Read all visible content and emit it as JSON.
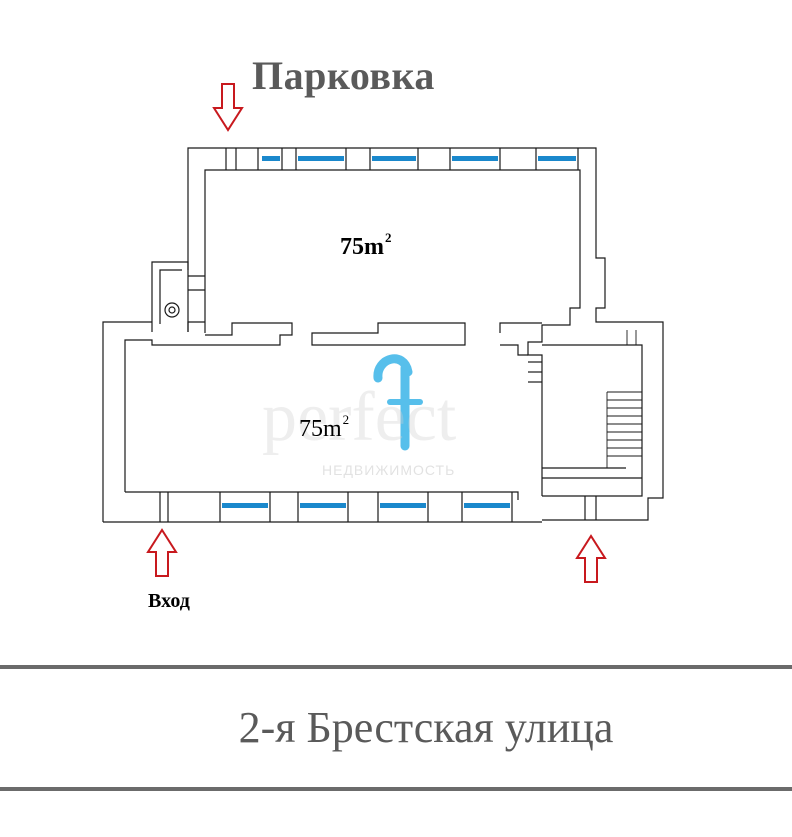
{
  "labels": {
    "parking": "Парковка",
    "area_upper_value": "75m",
    "area_upper_exp": "2",
    "area_lower_value": "75m",
    "area_lower_exp": "2",
    "entrance": "Вход",
    "street": "2-я Брестская улица"
  },
  "watermark": {
    "brand": "perfect",
    "subtitle": "НЕДВИЖИМОСТЬ"
  },
  "colors": {
    "wall": "#1a1a1a",
    "arrow": "#c8191e",
    "window": "#1a88cc",
    "watermark_logo": "#3ab4e8",
    "rule": "#6b6b6b",
    "title_text": "#5a5a5a"
  }
}
